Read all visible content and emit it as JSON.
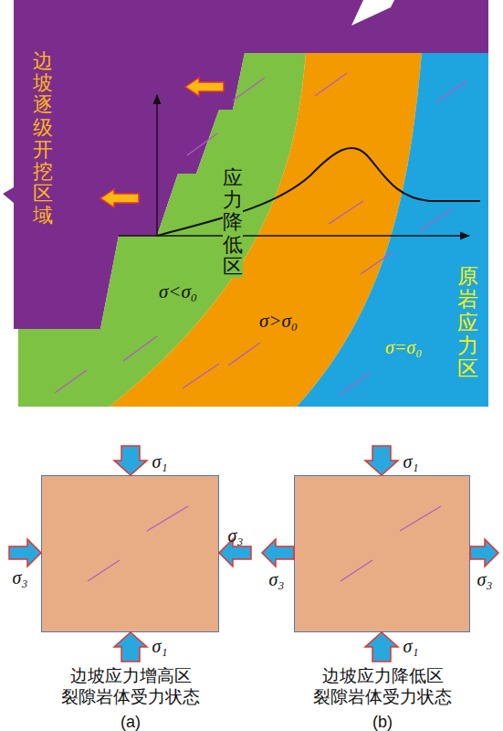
{
  "diagram": {
    "nodes": [
      {
        "text": [
          "边坡逐级开挖区域"
        ]
      },
      {
        "text": [
          "应力降低区",
          "σ<σ₀"
        ]
      },
      {
        "text": [
          "σ>σ₀"
        ]
      },
      {
        "text": [
          "原岩应力区",
          "σ=σ₀"
        ]
      },
      {
        "text": [
          "边坡应力增高区 裂隙岩体受力状态",
          "(a)"
        ]
      },
      {
        "text": [
          "边坡应力降低区 裂隙岩体受力状态",
          "(b)"
        ]
      }
    ],
    "labels": [
      "σ₁",
      "σ₃",
      "σ₃",
      "σ₁",
      "σ₁",
      "σ₃",
      "σ₃",
      "σ₁"
    ]
  }
}
